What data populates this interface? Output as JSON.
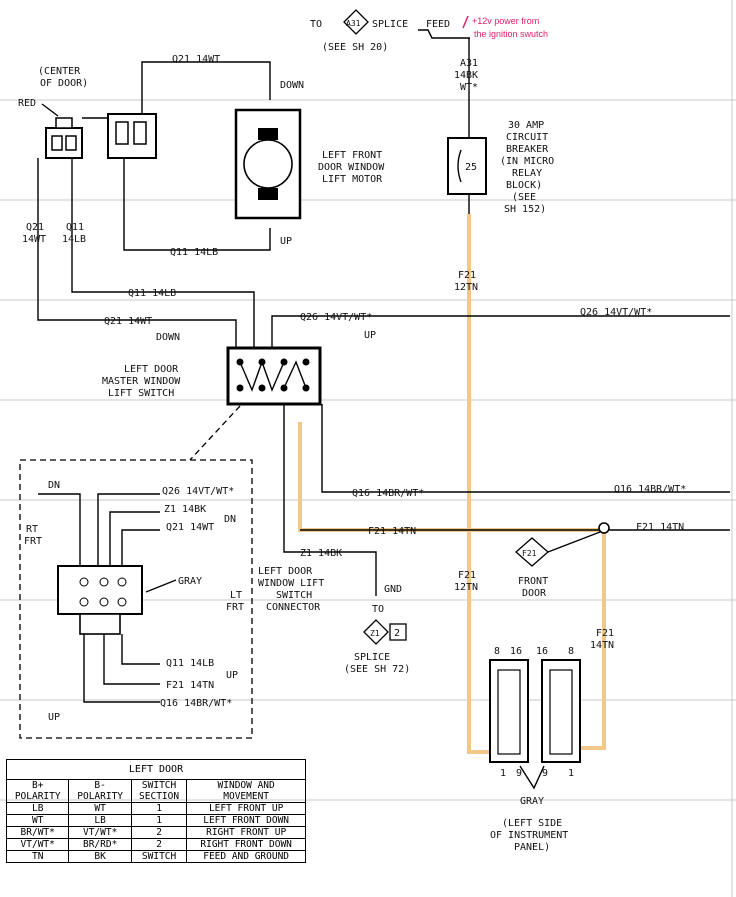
{
  "labels": {
    "to": "TO",
    "a31_badge": "A31",
    "splice": "SPLICE",
    "see_sh20": "(SEE SH 20)",
    "feed": "FEED",
    "note_line1": "+12v power from",
    "note_line2": "the ignition swutch",
    "a31_wire": "A31",
    "a31_gauge": "14BK",
    "a31_color": "WT*",
    "breaker_1": "30 AMP",
    "breaker_2": "CIRCUIT",
    "breaker_3": "BREAKER",
    "breaker_4": "(IN MICRO",
    "breaker_5": "RELAY",
    "breaker_6": "BLOCK)",
    "breaker_7": "(SEE",
    "breaker_8": "SH 152)",
    "breaker_num": "25",
    "f21_top_1": "F21",
    "f21_top_2": "12TN",
    "q21_top": "Q21 14WT",
    "center_door_1": "(CENTER",
    "center_door_2": "OF DOOR)",
    "red": "RED",
    "down": "DOWN",
    "up": "UP",
    "motor_1": "LEFT FRONT",
    "motor_2": "DOOR WINDOW",
    "motor_3": "LIFT MOTOR",
    "q21_left_1": "Q21",
    "q21_left_2": "14WT",
    "q11_left_1": "Q11",
    "q11_left_2": "14LB",
    "q11_motor": "Q11 14LB",
    "q11_mid": "Q11 14LB",
    "q21_mid": "Q21 14WT",
    "q26_mid": "Q26 14VT/WT*",
    "q26_right": "Q26 14VT/WT*",
    "sw_down": "DOWN",
    "sw_up": "UP",
    "switch_1": "LEFT DOOR",
    "switch_2": "MASTER WINDOW",
    "switch_3": "LIFT SWITCH",
    "q16_mid": "Q16 14BR/WT*",
    "q16_right": "Q16 14BR/WT*",
    "f21_mid": "F21 14TN",
    "f21_right": "F21 14TN",
    "f21_badge": "F21",
    "front_door_1": "FRONT",
    "front_door_2": "DOOR",
    "f21_low_1": "F21",
    "f21_low_2": "12TN",
    "f21_side_1": "F21",
    "f21_side_2": "14TN",
    "z1_mid": "Z1 14BK",
    "conn_1": "LEFT DOOR",
    "conn_2": "WINDOW LIFT",
    "conn_3": "SWITCH",
    "conn_4": "CONNECTOR",
    "gnd": "GND",
    "to2": "TO",
    "z1_badge": "Z1",
    "z1_badge_num": "2",
    "splice2": "SPLICE",
    "see_sh72": "(SEE SH 72)",
    "inset_dn": "DN",
    "inset_q26": "Q26 14VT/WT*",
    "inset_z1": "Z1 14BK",
    "inset_q21": "Q21 14WT",
    "inset_dn2": "DN",
    "rt_1": "RT",
    "rt_2": "FRT",
    "gray": "GRAY",
    "lt_1": "LT",
    "lt_2": "FRT",
    "inset_q11": "Q11 14LB",
    "inset_f21": "F21 14TN",
    "inset_up": "UP",
    "inset_q16": "Q16 14BR/WT*",
    "inset_up2": "UP",
    "pin_8a": "8",
    "pin_16a": "16",
    "pin_16b": "16",
    "pin_8b": "8",
    "pin_1a": "1",
    "pin_9a": "9",
    "pin_9b": "9",
    "pin_1b": "1",
    "gray2": "GRAY",
    "panel_1": "(LEFT SIDE",
    "panel_2": "OF INSTRUMENT",
    "panel_3": "PANEL)"
  },
  "table": {
    "title": "LEFT DOOR",
    "headers": [
      [
        "B+",
        "POLARITY"
      ],
      [
        "B-",
        "POLARITY"
      ],
      [
        "SWITCH",
        "SECTION"
      ],
      [
        "WINDOW AND",
        "MOVEMENT"
      ]
    ],
    "rows": [
      [
        "LB",
        "WT",
        "1",
        "LEFT FRONT UP"
      ],
      [
        "WT",
        "LB",
        "1",
        "LEFT FRONT DOWN"
      ],
      [
        "BR/WT*",
        "VT/WT*",
        "2",
        "RIGHT FRONT UP"
      ],
      [
        "VT/WT*",
        "BR/RD*",
        "2",
        "RIGHT FRONT DOWN"
      ],
      [
        "TN",
        "BK",
        "SWITCH",
        "FEED AND GROUND"
      ]
    ]
  },
  "colors": {
    "highlight_wire": "#f2c88a",
    "annotation": "#e0206a"
  }
}
